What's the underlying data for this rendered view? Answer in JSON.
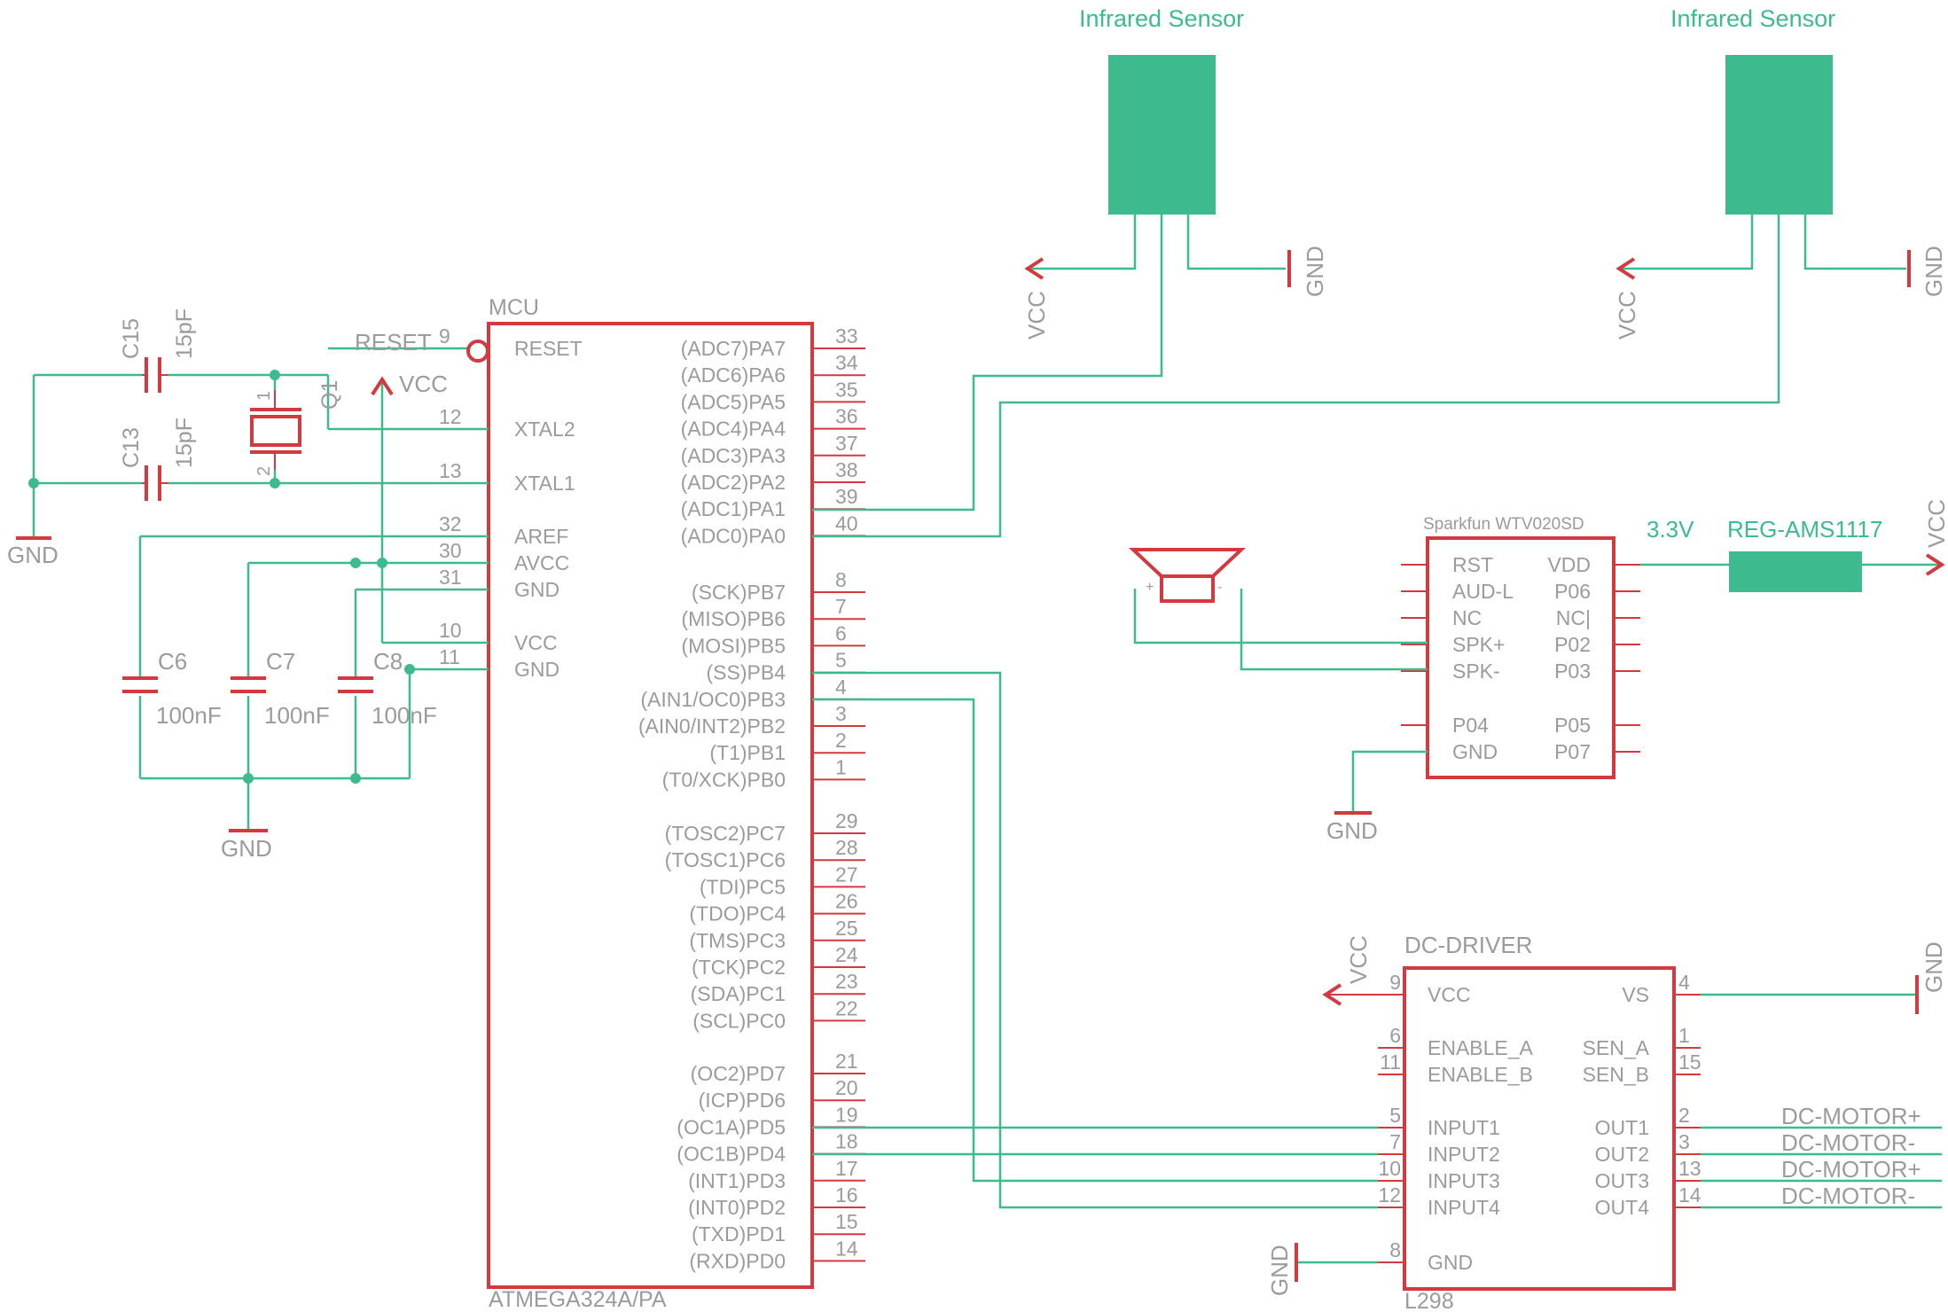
{
  "mcu": {
    "name": "MCU",
    "part": "ATMEGA324A/PA",
    "left_pins": [
      {
        "num": "9",
        "label": "RESET"
      },
      {
        "num": "12",
        "label": "XTAL2"
      },
      {
        "num": "13",
        "label": "XTAL1"
      },
      {
        "num": "32",
        "label": "AREF"
      },
      {
        "num": "30",
        "label": "AVCC"
      },
      {
        "num": "31",
        "label": "GND"
      },
      {
        "num": "10",
        "label": "VCC"
      },
      {
        "num": "11",
        "label": "GND"
      }
    ],
    "right_pins": [
      {
        "num": "33",
        "label": "(ADC7)PA7"
      },
      {
        "num": "34",
        "label": "(ADC6)PA6"
      },
      {
        "num": "35",
        "label": "(ADC5)PA5"
      },
      {
        "num": "36",
        "label": "(ADC4)PA4"
      },
      {
        "num": "37",
        "label": "(ADC3)PA3"
      },
      {
        "num": "38",
        "label": "(ADC2)PA2"
      },
      {
        "num": "39",
        "label": "(ADC1)PA1"
      },
      {
        "num": "40",
        "label": "(ADC0)PA0"
      },
      {
        "num": "8",
        "label": "(SCK)PB7"
      },
      {
        "num": "7",
        "label": "(MISO)PB6"
      },
      {
        "num": "6",
        "label": "(MOSI)PB5"
      },
      {
        "num": "5",
        "label": "(SS)PB4"
      },
      {
        "num": "4",
        "label": "(AIN1/OC0)PB3"
      },
      {
        "num": "3",
        "label": "(AIN0/INT2)PB2"
      },
      {
        "num": "2",
        "label": "(T1)PB1"
      },
      {
        "num": "1",
        "label": "(T0/XCK)PB0"
      },
      {
        "num": "29",
        "label": "(TOSC2)PC7"
      },
      {
        "num": "28",
        "label": "(TOSC1)PC6"
      },
      {
        "num": "27",
        "label": "(TDI)PC5"
      },
      {
        "num": "26",
        "label": "(TDO)PC4"
      },
      {
        "num": "25",
        "label": "(TMS)PC3"
      },
      {
        "num": "24",
        "label": "(TCK)PC2"
      },
      {
        "num": "23",
        "label": "(SDA)PC1"
      },
      {
        "num": "22",
        "label": "(SCL)PC0"
      },
      {
        "num": "21",
        "label": "(OC2)PD7"
      },
      {
        "num": "20",
        "label": "(ICP)PD6"
      },
      {
        "num": "19",
        "label": "(OC1A)PD5"
      },
      {
        "num": "18",
        "label": "(OC1B)PD4"
      },
      {
        "num": "17",
        "label": "(INT1)PD3"
      },
      {
        "num": "16",
        "label": "(INT0)PD2"
      },
      {
        "num": "15",
        "label": "(TXD)PD1"
      },
      {
        "num": "14",
        "label": "(RXD)PD0"
      }
    ]
  },
  "reset_net": "RESET",
  "crystal": {
    "name": "Q1",
    "pin1": "1",
    "pin2": "2"
  },
  "caps": {
    "c15": {
      "name": "C15",
      "value": "15pF"
    },
    "c13": {
      "name": "C13",
      "value": "15pF"
    },
    "c6": {
      "name": "C6",
      "value": "100nF"
    },
    "c7": {
      "name": "C7",
      "value": "100nF"
    },
    "c8": {
      "name": "C8",
      "value": "100nF"
    }
  },
  "supplies": {
    "vcc": "VCC",
    "gnd": "GND"
  },
  "sensors": [
    {
      "title": "Infrared Sensor"
    },
    {
      "title": "Infrared Sensor"
    }
  ],
  "audio": {
    "name": "Sparkfun WTV020SD",
    "left_pins": [
      "RST",
      "AUD-L",
      "NC",
      "SPK+",
      "SPK-",
      "P04",
      "GND"
    ],
    "right_pins": [
      "VDD",
      "P06",
      "NC|",
      "P02",
      "P03",
      "P05",
      "P07"
    ],
    "supply_label": "3.3V",
    "regulator": "REG-AMS1117"
  },
  "driver": {
    "name": "DC-DRIVER",
    "part": "L298",
    "left_pins": [
      {
        "num": "9",
        "label": "VCC"
      },
      {
        "num": "6",
        "label": "ENABLE_A"
      },
      {
        "num": "11",
        "label": "ENABLE_B"
      },
      {
        "num": "5",
        "label": "INPUT1"
      },
      {
        "num": "7",
        "label": "INPUT2"
      },
      {
        "num": "10",
        "label": "INPUT3"
      },
      {
        "num": "12",
        "label": "INPUT4"
      },
      {
        "num": "8",
        "label": "GND"
      }
    ],
    "right_pins": [
      {
        "num": "4",
        "label": "VS"
      },
      {
        "num": "1",
        "label": "SEN_A"
      },
      {
        "num": "15",
        "label": "SEN_B"
      },
      {
        "num": "2",
        "label": "OUT1"
      },
      {
        "num": "3",
        "label": "OUT2"
      },
      {
        "num": "13",
        "label": "OUT3"
      },
      {
        "num": "14",
        "label": "OUT4"
      }
    ],
    "motor_labels": [
      "DC-MOTOR+",
      "DC-MOTOR-",
      "DC-MOTOR+",
      "DC-MOTOR-"
    ]
  }
}
